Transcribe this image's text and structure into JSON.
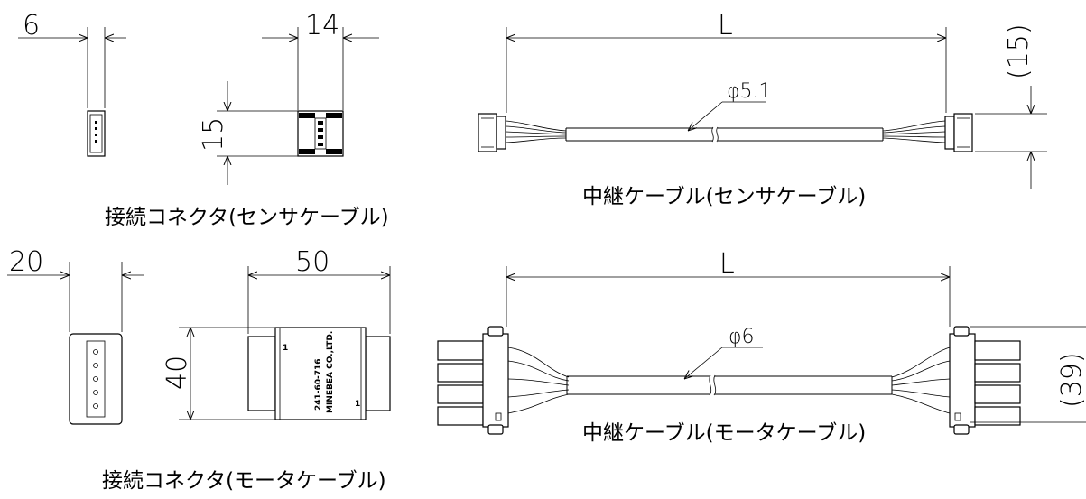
{
  "sensor_connector": {
    "width_dim": "6",
    "length_dim": "14",
    "height_dim": "15",
    "caption": "接続コネクタ(センサケーブル)"
  },
  "sensor_cable": {
    "length_dim": "L",
    "diameter_dim": "φ5.1",
    "height_dim": "(15)",
    "caption": "中継ケーブル(センサケーブル)"
  },
  "motor_connector": {
    "width_dim": "20",
    "length_dim": "50",
    "height_dim": "40",
    "part_number": "241-60-716",
    "maker": "MINEBEA CO.,LTD.",
    "pin_mark": "1",
    "caption": "接続コネクタ(モータケーブル)"
  },
  "motor_cable": {
    "length_dim": "L",
    "diameter_dim": "φ6",
    "height_dim": "(39)",
    "caption": "中継ケーブル(モータケーブル)"
  }
}
